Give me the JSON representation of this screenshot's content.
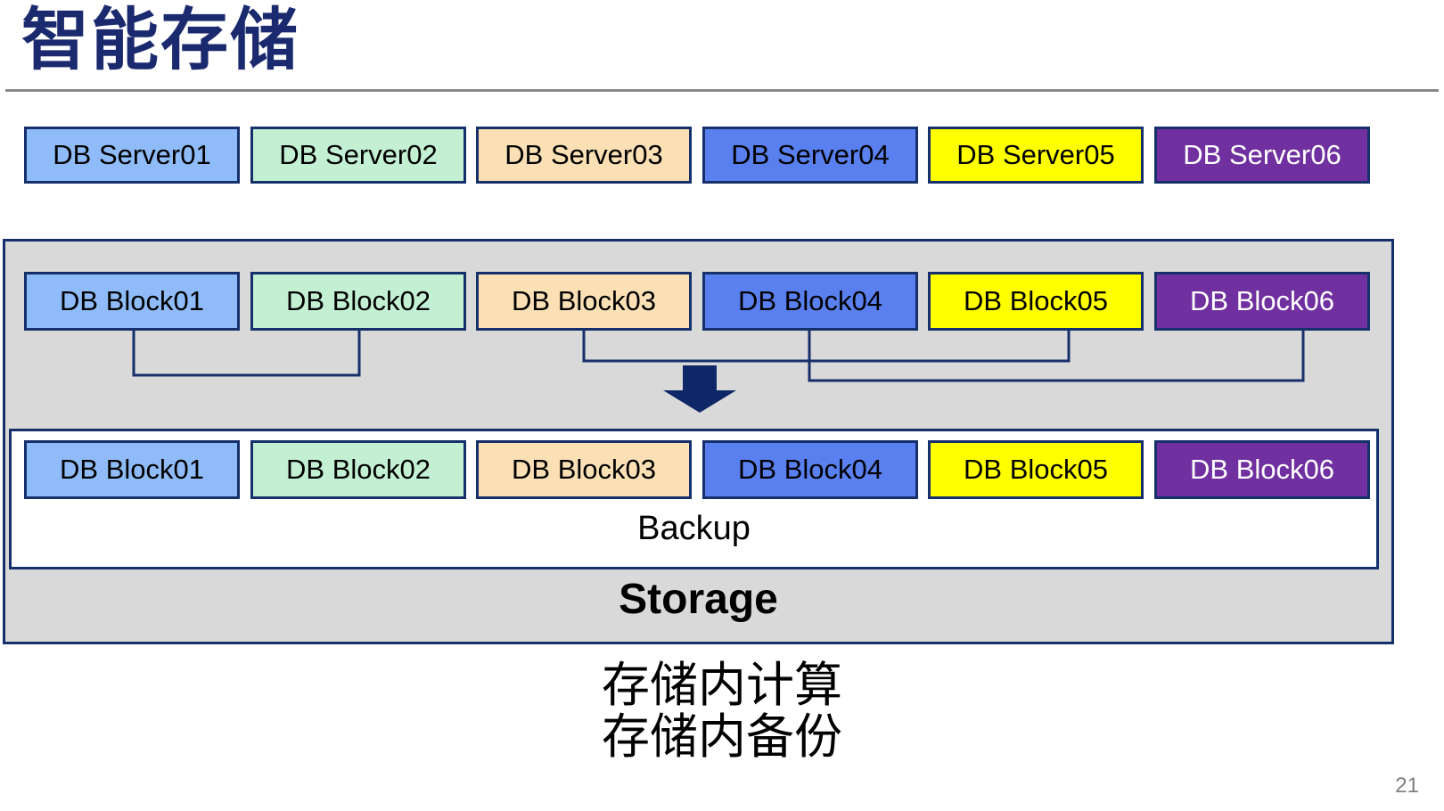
{
  "title": "智能存储",
  "page_number": "21",
  "captions": {
    "line1": "存储内计算",
    "line2": "存储内备份"
  },
  "server_row": [
    {
      "label": "DB Server01",
      "bg": "#8FBCF8",
      "fg": "#000000"
    },
    {
      "label": "DB Server02",
      "bg": "#C3F0D3",
      "fg": "#000000"
    },
    {
      "label": "DB Server03",
      "bg": "#FAE0B4",
      "fg": "#000000"
    },
    {
      "label": "DB Server04",
      "bg": "#5A80F0",
      "fg": "#000000"
    },
    {
      "label": "DB Server05",
      "bg": "#FFFF00",
      "fg": "#000000"
    },
    {
      "label": "DB Server06",
      "bg": "#7030A0",
      "fg": "#FFFFFF"
    }
  ],
  "storage_unit": {
    "compute_blocks": [
      {
        "label": "DB Block01",
        "bg": "#8FBCF8",
        "fg": "#000000"
      },
      {
        "label": "DB Block02",
        "bg": "#C3F0D3",
        "fg": "#000000"
      },
      {
        "label": "DB Block03",
        "bg": "#FAE0B4",
        "fg": "#000000"
      },
      {
        "label": "DB Block04",
        "bg": "#5A80F0",
        "fg": "#000000"
      },
      {
        "label": "DB Block05",
        "bg": "#FFFF00",
        "fg": "#000000"
      },
      {
        "label": "DB Block06",
        "bg": "#7030A0",
        "fg": "#FFFFFF"
      }
    ],
    "backup_blocks": [
      {
        "label": "DB Block01",
        "bg": "#8FBCF8",
        "fg": "#000000"
      },
      {
        "label": "DB Block02",
        "bg": "#C3F0D3",
        "fg": "#000000"
      },
      {
        "label": "DB Block03",
        "bg": "#FAE0B4",
        "fg": "#000000"
      },
      {
        "label": "DB Block04",
        "bg": "#5A80F0",
        "fg": "#000000"
      },
      {
        "label": "DB Block05",
        "bg": "#FFFF00",
        "fg": "#000000"
      },
      {
        "label": "DB Block06",
        "bg": "#7030A0",
        "fg": "#FFFFFF"
      }
    ],
    "backup_label": "Backup",
    "storage_label": "Storage"
  },
  "colors": {
    "title_navy": "#1B2A6E",
    "border_navy": "#16306B",
    "container_gray": "#D9D9D9",
    "divider_gray": "#898989",
    "arrow_navy": "#0E2766",
    "page_number_gray": "#7F7F7F"
  }
}
